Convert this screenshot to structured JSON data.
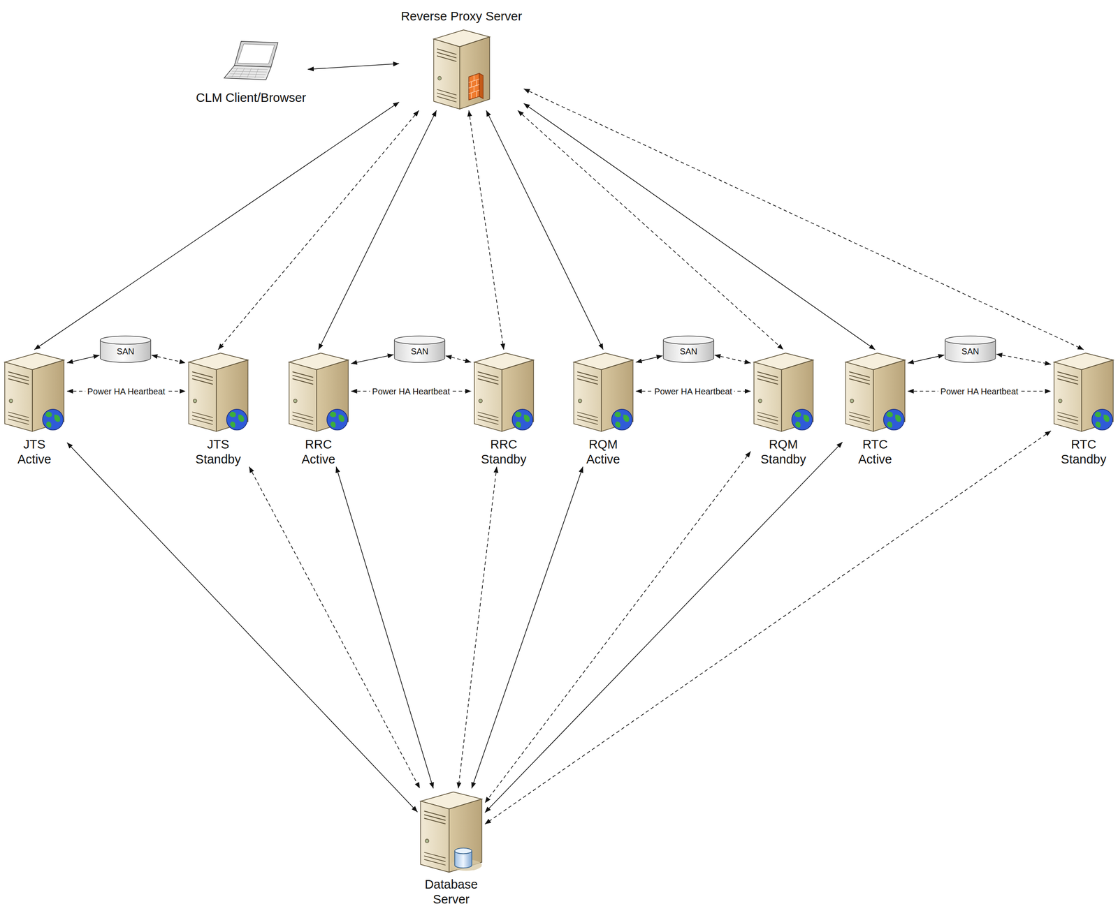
{
  "diagram": {
    "nodes": [
      {
        "text": [
          "Reverse Proxy Server"
        ]
      },
      {
        "text": [
          "CLM Client/Browser"
        ]
      },
      {
        "text": [
          "JTS Active"
        ]
      },
      {
        "text": [
          "SAN"
        ]
      },
      {
        "text": [
          "JTS Standby"
        ]
      },
      {
        "text": [
          "RRC Active"
        ]
      },
      {
        "text": [
          "SAN"
        ]
      },
      {
        "text": [
          "RRC Standby"
        ]
      },
      {
        "text": [
          "RQM Active"
        ]
      },
      {
        "text": [
          "SAN"
        ]
      },
      {
        "text": [
          "RQM Standby"
        ]
      },
      {
        "text": [
          "RTC Active"
        ]
      },
      {
        "text": [
          "SAN"
        ]
      },
      {
        "text": [
          "RTC Standby"
        ]
      },
      {
        "text": [
          "Database Server"
        ]
      }
    ],
    "edges": [
      {
        "from": 1,
        "to": 0,
        "arrow": "both"
      },
      {
        "from": 0,
        "to": 2,
        "arrow": "both"
      },
      {
        "from": 0,
        "to": 4,
        "arrow": "both"
      },
      {
        "from": 0,
        "to": 5,
        "arrow": "both"
      },
      {
        "from": 0,
        "to": 7,
        "arrow": "both"
      },
      {
        "from": 0,
        "to": 8,
        "arrow": "both"
      },
      {
        "from": 0,
        "to": 10,
        "arrow": "both"
      },
      {
        "from": 0,
        "to": 11,
        "arrow": "both"
      },
      {
        "from": 0,
        "to": 13,
        "arrow": "both"
      },
      {
        "from": 2,
        "to": 3,
        "arrow": "both"
      },
      {
        "from": 3,
        "to": 4,
        "arrow": "both"
      },
      {
        "from": 2,
        "to": 4,
        "label": "Power HA Heartbeat",
        "arrow": "both"
      },
      {
        "from": 5,
        "to": 6,
        "arrow": "both"
      },
      {
        "from": 6,
        "to": 7,
        "arrow": "both"
      },
      {
        "from": 5,
        "to": 7,
        "label": "Power HA Heartbeat",
        "arrow": "both"
      },
      {
        "from": 8,
        "to": 9,
        "arrow": "both"
      },
      {
        "from": 9,
        "to": 10,
        "arrow": "both"
      },
      {
        "from": 8,
        "to": 10,
        "label": "Power HA Heartbeat",
        "arrow": "both"
      },
      {
        "from": 11,
        "to": 12,
        "arrow": "both"
      },
      {
        "from": 12,
        "to": 13,
        "arrow": "both"
      },
      {
        "from": 11,
        "to": 13,
        "label": "Power HA Heartbeat",
        "arrow": "both"
      },
      {
        "from": 2,
        "to": 14,
        "arrow": "both"
      },
      {
        "from": 4,
        "to": 14,
        "arrow": "both"
      },
      {
        "from": 5,
        "to": 14,
        "arrow": "both"
      },
      {
        "from": 7,
        "to": 14,
        "arrow": "both"
      },
      {
        "from": 8,
        "to": 14,
        "arrow": "both"
      },
      {
        "from": 10,
        "to": 14,
        "arrow": "both"
      },
      {
        "from": 11,
        "to": 14,
        "arrow": "both"
      },
      {
        "from": 13,
        "to": 14,
        "arrow": "both"
      }
    ]
  }
}
